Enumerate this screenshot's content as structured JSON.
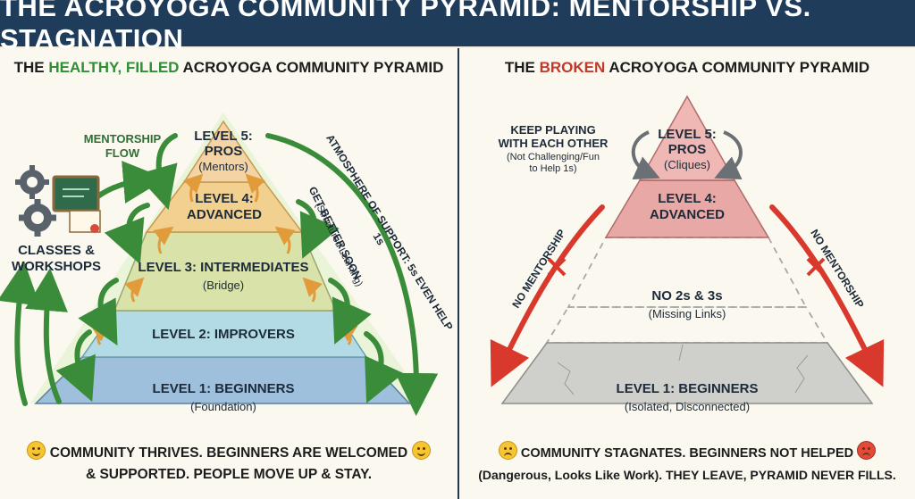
{
  "title": "THE ACROYOGA COMMUNITY PYRAMID: MENTORSHIP VS. STAGNATION",
  "left": {
    "subtitle_pre": "THE ",
    "subtitle_highlight": "HEALTHY, FILLED",
    "subtitle_post": " ACROYOGA COMMUNITY PYRAMID",
    "levels": [
      {
        "title": "LEVEL 5:",
        "title2": "PROS",
        "sub": "(Mentors)"
      },
      {
        "title": "LEVEL 4:",
        "title2": "ADVANCED",
        "sub": ""
      },
      {
        "title": "LEVEL 3: INTERMEDIATES",
        "title2": "",
        "sub": "(Bridge)"
      },
      {
        "title": "LEVEL 2: IMPROVERS",
        "title2": "",
        "sub": ""
      },
      {
        "title": "LEVEL 1: BEGINNERS",
        "title2": "",
        "sub": "(Foundation)"
      }
    ],
    "mentorship_flow": [
      "MENTORSHIP",
      "FLOW"
    ],
    "classes": [
      "CLASSES &",
      "WORKSHOPS"
    ],
    "get_better": "GET BETTER SOON",
    "structured": "(Structured Learning)",
    "atmosphere": "ATMOSPHERE OF SUPPORT: 5s EVEN HELP 1s",
    "footer_line1": "COMMUNITY THRIVES. BEGINNERS ARE WELCOMED",
    "footer_line2": "& SUPPORTED. PEOPLE MOVE UP & STAY.",
    "colors": {
      "l5": "#f4d3a5",
      "l4": "#f2d08f",
      "l3": "#d9e2a8",
      "l2": "#b3dbe6",
      "l1": "#9ec0dd",
      "green": "#3b8c3a"
    }
  },
  "right": {
    "subtitle_pre": "THE ",
    "subtitle_highlight": "BROKEN",
    "subtitle_post": " ACROYOGA COMMUNITY PYRAMID",
    "l5_title": "LEVEL 5:",
    "l5_title2": "PROS",
    "l5_sub": "(Cliques)",
    "l4_title": "LEVEL 4:",
    "l4_title2": "ADVANCED",
    "keep_playing": [
      "KEEP PLAYING",
      "WITH EACH OTHER"
    ],
    "keep_playing_sub": [
      "(Not Challenging/Fun",
      "to Help 1s)"
    ],
    "no_mentorship": "NO MENTORSHIP",
    "missing_title": "NO 2s & 3s",
    "missing_sub": "(Missing Links)",
    "l1_title": "LEVEL 1: BEGINNERS",
    "l1_sub": "(Isolated, Disconnected)",
    "footer_line1": "COMMUNITY STAGNATES. BEGINNERS NOT HELPED",
    "footer_line2": "(Dangerous, Looks Like Work). THEY LEAVE, PYRAMID NEVER FILLS.",
    "colors": {
      "pink": "#e7a8a6",
      "red": "#d8392c",
      "grey": "#cfcfcc"
    }
  }
}
